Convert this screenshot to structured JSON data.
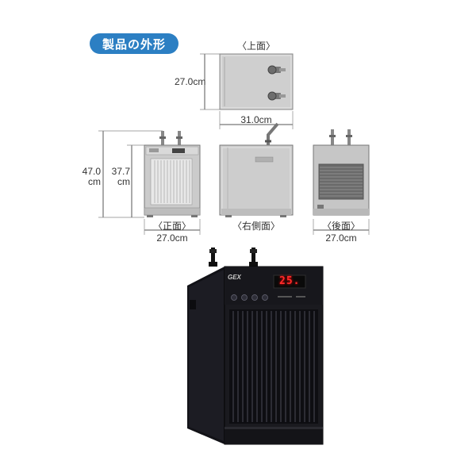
{
  "header": {
    "title": "製品の外形"
  },
  "views": {
    "top": {
      "label": "〈上面〉",
      "depth_dim": "27.0cm",
      "width_dim": "31.0cm"
    },
    "front": {
      "label": "〈正面〉",
      "width_dim": "27.0cm",
      "total_height_dim": [
        "47.0",
        "cm"
      ],
      "body_height_dim": [
        "37.7",
        "cm"
      ]
    },
    "right_side": {
      "label": "〈右側面〉"
    },
    "back": {
      "label": "〈後面〉",
      "width_dim": "27.0cm"
    }
  },
  "product": {
    "brand": "GEX",
    "display_value": "25.",
    "panel_buttons": 4
  },
  "colors": {
    "badge": "#2c7fc3",
    "unit_gray": "#c9c9c9",
    "unit_dark": "#1a1a1f",
    "display_red": "#ff2b2b"
  }
}
